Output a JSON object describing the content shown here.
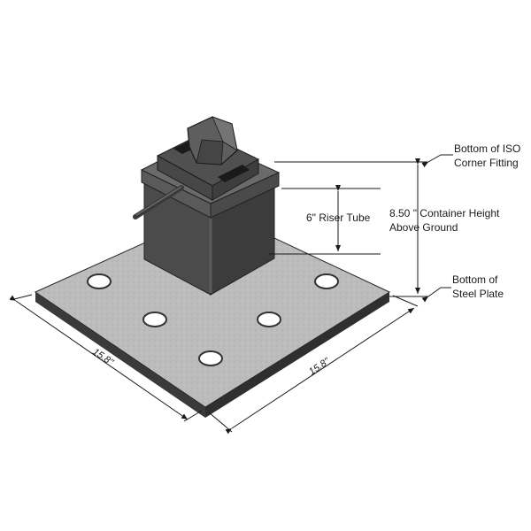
{
  "labels": {
    "iso_fitting_line1": "Bottom of ISO",
    "iso_fitting_line2": "Corner Fitting",
    "riser_tube": "6\" Riser Tube",
    "container_height_line1": "8.50 \" Container Height",
    "container_height_line2": "Above Ground",
    "steel_plate_line1": "Bottom of",
    "steel_plate_line2": "Steel Plate",
    "plate_width_left": "15.8\"",
    "plate_width_right": "15.8\""
  },
  "colors": {
    "plate_top": "#bdbdbd",
    "plate_edge": "#3a3a3a",
    "tube_front": "#4a4a4a",
    "tube_side": "#3d3d3d",
    "fitting": "#5c5c5c",
    "line": "#1a1a1a"
  }
}
